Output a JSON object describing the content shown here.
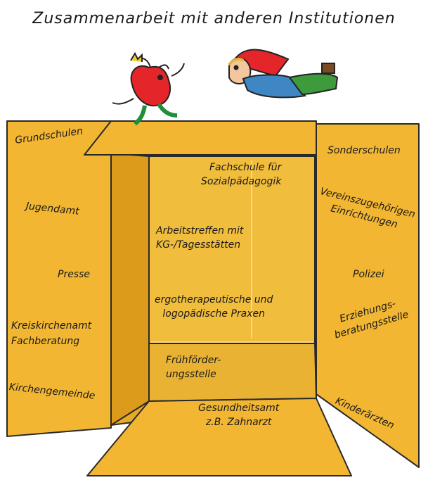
{
  "title": "Zusammenarbeit mit anderen Institutionen",
  "colors": {
    "box_fill": "#f2b632",
    "box_dark": "#e2a21f",
    "box_inner": "#ecc044",
    "outline": "#2a2a2a"
  },
  "left_flap": {
    "items": [
      {
        "label": "Grundschulen"
      },
      {
        "label": "Jugendamt"
      },
      {
        "label": "Presse"
      },
      {
        "label": "Kreiskirchenamt\nFachberatung"
      },
      {
        "label": "Kirchengemeinde"
      }
    ]
  },
  "right_flap": {
    "items": [
      {
        "label": "Sonderschulen"
      },
      {
        "label": "Vereinszugehörigen\nEinrichtungen"
      },
      {
        "label": "Polizei"
      },
      {
        "label": "Erziehungs-\nberatungsstelle"
      },
      {
        "label": "Kinderärzten"
      }
    ]
  },
  "center": {
    "items": [
      {
        "label": "Fachschule für\nSozialpädagogik"
      },
      {
        "label": "Arbeitstreffen mit\nKG-/Tagesstätten"
      },
      {
        "label": "ergotherapeutische und\nlogopädische Praxen"
      },
      {
        "label": "Frühförder-\nungsstelle"
      },
      {
        "label": "Gesundheitsamt\nz.B. Zahnarzt"
      }
    ]
  },
  "characters": [
    {
      "name": "red-apple-character"
    },
    {
      "name": "gnome-character"
    }
  ]
}
